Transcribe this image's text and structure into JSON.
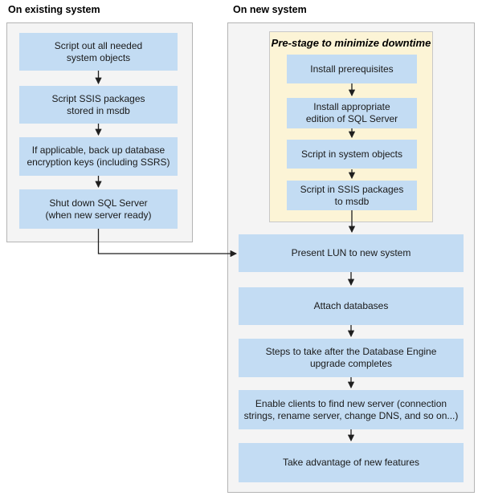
{
  "colors": {
    "page_bg": "#ffffff",
    "panel_bg": "#f4f4f4",
    "panel_border": "#b4b4b4",
    "blue_box_bg": "#c3dcf3",
    "yellow_bg": "#fcf4d6",
    "yellow_border": "#c8c8c8",
    "arrow": "#1f1f1f",
    "text": "#1a1a1a"
  },
  "left_panel": {
    "header": "On existing system",
    "steps": [
      {
        "label": "Script out all needed\nsystem objects"
      },
      {
        "label": "Script SSIS packages\nstored in msdb"
      },
      {
        "label": "If applicable, back up database\nencryption keys (including SSRS)"
      },
      {
        "label": "Shut down SQL Server\n(when new server ready)"
      }
    ]
  },
  "right_panel": {
    "header": "On new system",
    "prestage": {
      "title": "Pre-stage to minimize downtime",
      "steps": [
        {
          "label": "Install prerequisites"
        },
        {
          "label": "Install appropriate\nedition of SQL Server"
        },
        {
          "label": "Script in system objects"
        },
        {
          "label": "Script in SSIS packages\nto msdb"
        }
      ]
    },
    "steps": [
      {
        "label": "Present LUN to new system"
      },
      {
        "label": "Attach databases"
      },
      {
        "label": "Steps to take after the Database Engine\nupgrade completes"
      },
      {
        "label": "Enable clients to find new server (connection\nstrings, rename server, change DNS, and so on...)"
      },
      {
        "label": "Take advantage of new features"
      }
    ]
  }
}
